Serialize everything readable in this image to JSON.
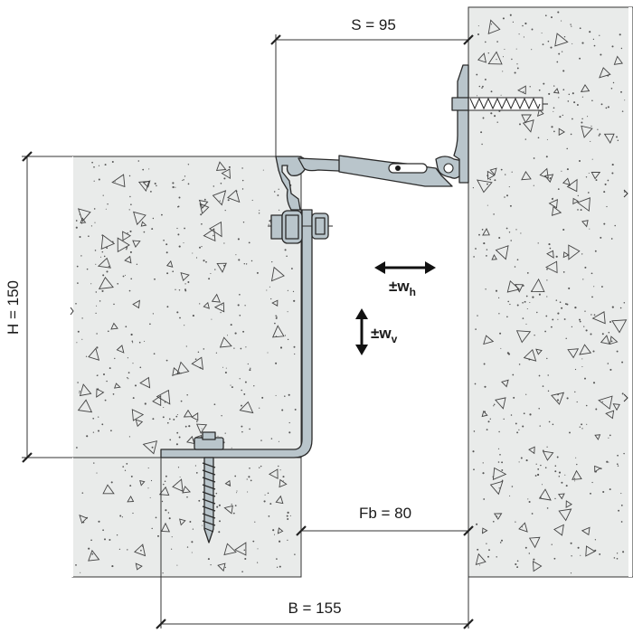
{
  "dimensions": {
    "S": "S = 95",
    "H": "H = 150",
    "Fb": "Fb = 80",
    "B": "B = 155"
  },
  "movements": {
    "horizontal_prefix": "±w",
    "horizontal_sub": "h",
    "vertical_prefix": "±w",
    "vertical_sub": "v"
  }
}
